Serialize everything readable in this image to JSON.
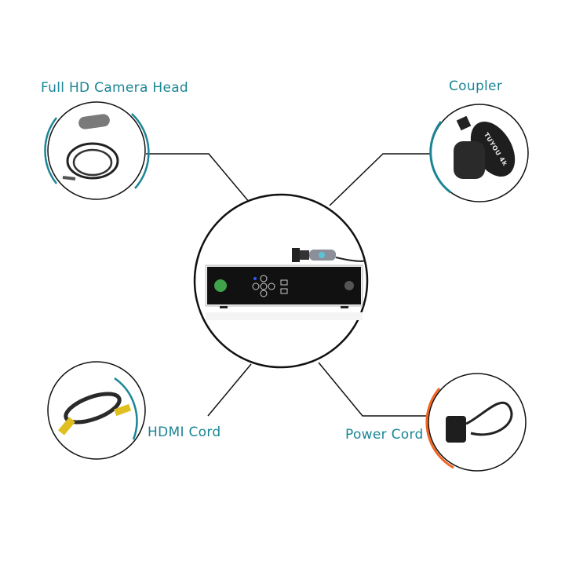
{
  "labels": {
    "camera_head": "Full HD Camera Head",
    "coupler": "Coupler",
    "hdmi_cord": "HDMI Cord",
    "power_cord": "Power Cord"
  },
  "coupler_brand": "TUYOU 4k",
  "colors": {
    "accent": "#1b8595",
    "power_accent": "#f26522",
    "lines": "#111111"
  }
}
